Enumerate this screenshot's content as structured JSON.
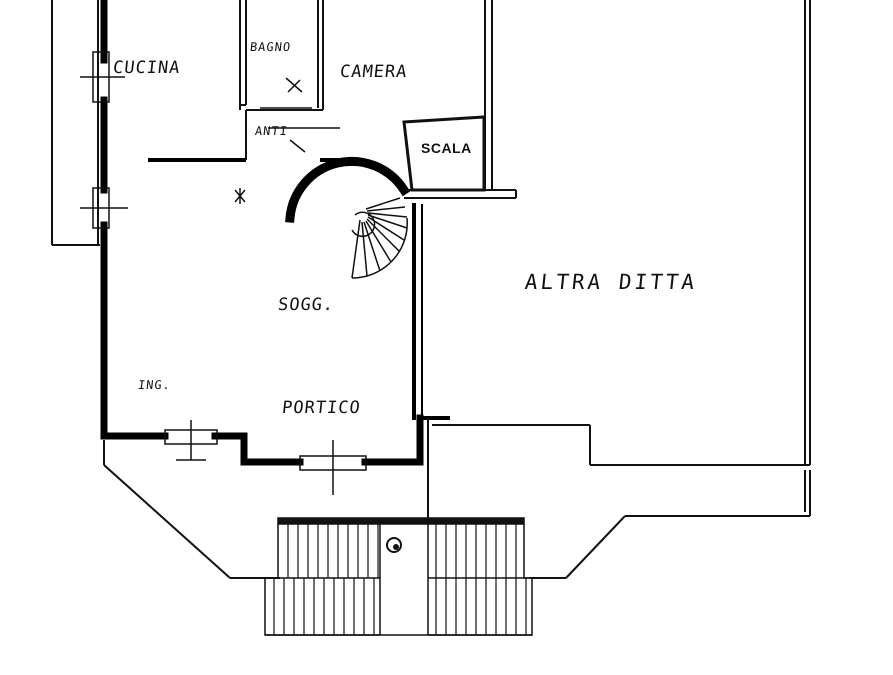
{
  "plan": {
    "rooms": {
      "cucina": "CUCINA",
      "bagno": "BAGNO",
      "camera": "CAMERA",
      "antibagno": "ANTI",
      "scala": "SCALA",
      "soggiorno": "SOGG.",
      "ingresso": "ING.",
      "portico": "PORTICO",
      "altra_ditta": "ALTRA DITTA"
    },
    "symbols": {
      "north_marker": "O"
    },
    "colors": {
      "wall": "#000000",
      "line": "#111111",
      "paper": "#ffffff"
    }
  }
}
